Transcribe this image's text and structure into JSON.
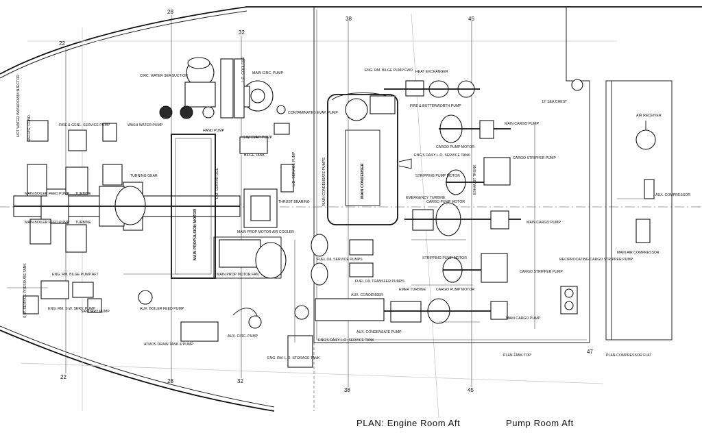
{
  "drawing": {
    "title": "PLAN:  Engine Room Aft",
    "title2": "Pump Room Aft"
  },
  "frames": {
    "top": [
      "22",
      "28",
      "32",
      "38",
      "45"
    ],
    "bottom": [
      "22",
      "28",
      "32",
      "38",
      "45"
    ],
    "right": "47"
  },
  "labels": {
    "hot_water_injector": "HOT WATER WASHDOWN INJECTOR",
    "refrig_cond": "REFRIG. COND.",
    "fire_genl": "FIRE & GENL. SERVICE PUMP",
    "wash_water": "WASH WATER PUMP",
    "circ_water": "CIRC. WATER SEA SUCTION",
    "main_circ": "MAIN CIRC. PUMP",
    "lo_coolers": "L.O. COOLERS",
    "contaminated_evap": "CONTAMINATED EVAP. PUMP",
    "hand_pump": "HAND PUMP",
    "sw_evap": "S.W. EVAP. PUMP",
    "bilge_tank": "BILGE TANK",
    "turning_gear": "TURNING GEAR",
    "main_boiler_feed_1": "MAIN BOILER FEED PUMP",
    "turbine": "TURBINE",
    "main_boiler_feed_2": "MAIN BOILER FEED PUMP",
    "turbine2": "TURBINE",
    "main_propulsion_motor": "MAIN PROPULSION MOTOR",
    "lo_centrifuge": "L.O. CENTRIFUGE",
    "lo_service_pump": "L.O. SERVICE PUMP",
    "thrust_bearing": "THRUST BEARING",
    "main_prop_air_cooler": "MAIN PROP MOTOR AIR COOLER",
    "main_prop_fan": "MAIN PROP MOTOR FAN",
    "eng_rm_bilge_pump": "ENG. RM. BILGE PUMP AFT",
    "eng_rm_fwd": "ENG. RM. BILGE PUMP FWD",
    "heat_exchanger": "HEAT EXCHANGER",
    "fire_butterworth": "FIRE & BUTTERWORTH PUMP",
    "sea_chest": "12' SEA CHEST",
    "main_condensate": "MAIN CONDENSATE PUMPS",
    "main_condenser": "MAIN CONDENSER",
    "emergency_turbine": "EMERGENCY TURBINE",
    "main_cargo_pump_1": "MAIN CARGO PUMP",
    "cargo_pump_motor_1": "CARGO PUMP MOTOR",
    "eng_daily_lo": "ENG'S DAILY L.O. SERVICE TANK",
    "cargo_stripper_1": "CARGO STRIPPER PUMP",
    "stripping_motor_1": "STRIPPING PUMP MOTOR",
    "exhaust_trunk": "EXHAUST TRUNK",
    "cargo_pump_motor_2": "CARGO PUMP MOTOR",
    "main_cargo_pump_2": "MAIN CARGO PUMP",
    "stripping_motor_2": "STRIPPING PUMP MOTOR",
    "cargo_stripper_2": "CARGO STRIPPER PUMP",
    "fuel_oil_service": "FUEL OIL SERVICE PUMPS",
    "fuel_oil_transfer": "FUEL OIL TRANSFER PUMPS",
    "aux_condenser": "AUX. CONDENSER",
    "emer_turbine": "EMER TURBINE",
    "cargo_pump_motor_3": "CARGO PUMP MOTOR",
    "main_cargo_pump_3": "MAIN CARGO PUMP",
    "reciprocating": "RECIPROCATING CARGO STRIPPER PUMP",
    "air_receiver": "AIR RECEIVER",
    "aux_compressor": "AUX. COMPRESSOR",
    "main_air_compressor": "MAIN AIR COMPRESSOR",
    "sw_service": "S.W. SERVICE PRESSURE TANK",
    "eng_rm_sw": "ENG. RM. S.W. SERV. PUMP",
    "sanitary": "SANITARY PUMP",
    "aux_boiler_feed": "AUX. BOILER FEED PUMP",
    "atmos_drain": "ATMOS DRAIN TANK & PUMP",
    "aux_circ": "AUX. CIRC. PUMP",
    "eng_lo_storage": "ENG. RM. L.O. STORAGE TANK",
    "eng_daily_lo_2": "ENG'S DAILY L.O. SERVICE TANK",
    "aux_condensate": "AUX. CONDENSATE PUMP",
    "plan_tank_top": "PLAN-TANK TOP",
    "plan_compressor_flat": "PLAN-COMPRESSOR FLAT"
  }
}
